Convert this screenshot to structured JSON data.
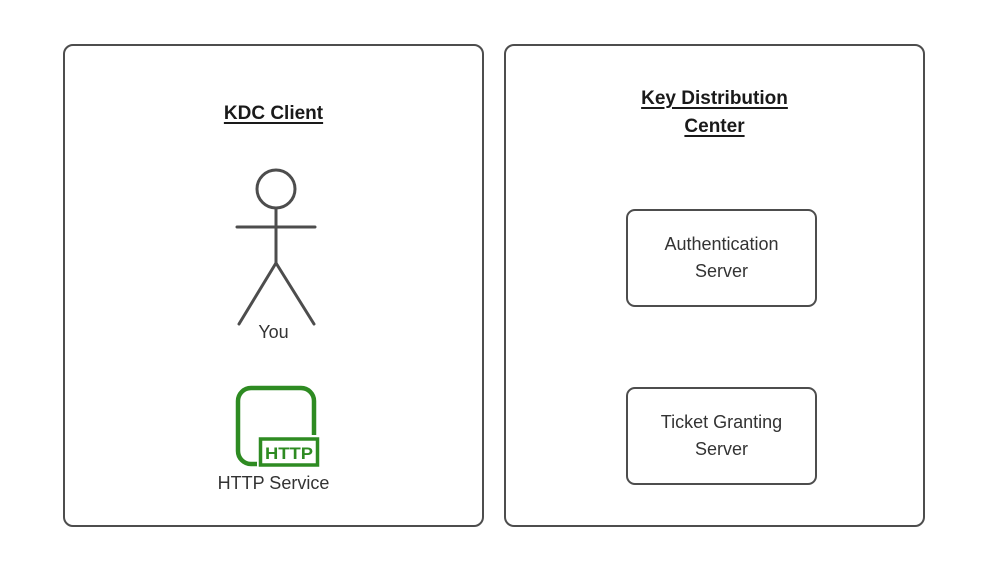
{
  "client_panel": {
    "title_lines": [
      "KDC Client"
    ],
    "actor_label": "You",
    "service": {
      "label": "HTTP Service",
      "badge": "HTTP"
    }
  },
  "kdc_panel": {
    "title_lines": [
      "Key Distribution",
      "Center"
    ],
    "nodes": [
      {
        "lines": [
          "Authentication",
          "Server"
        ]
      },
      {
        "lines": [
          "Ticket Granting",
          "Server"
        ]
      }
    ]
  },
  "colors": {
    "shape_border": "#4d4d4d",
    "text": "#333333",
    "title_text": "#1a1a1a",
    "service_green": "#2e8b22",
    "background": "#ffffff"
  }
}
